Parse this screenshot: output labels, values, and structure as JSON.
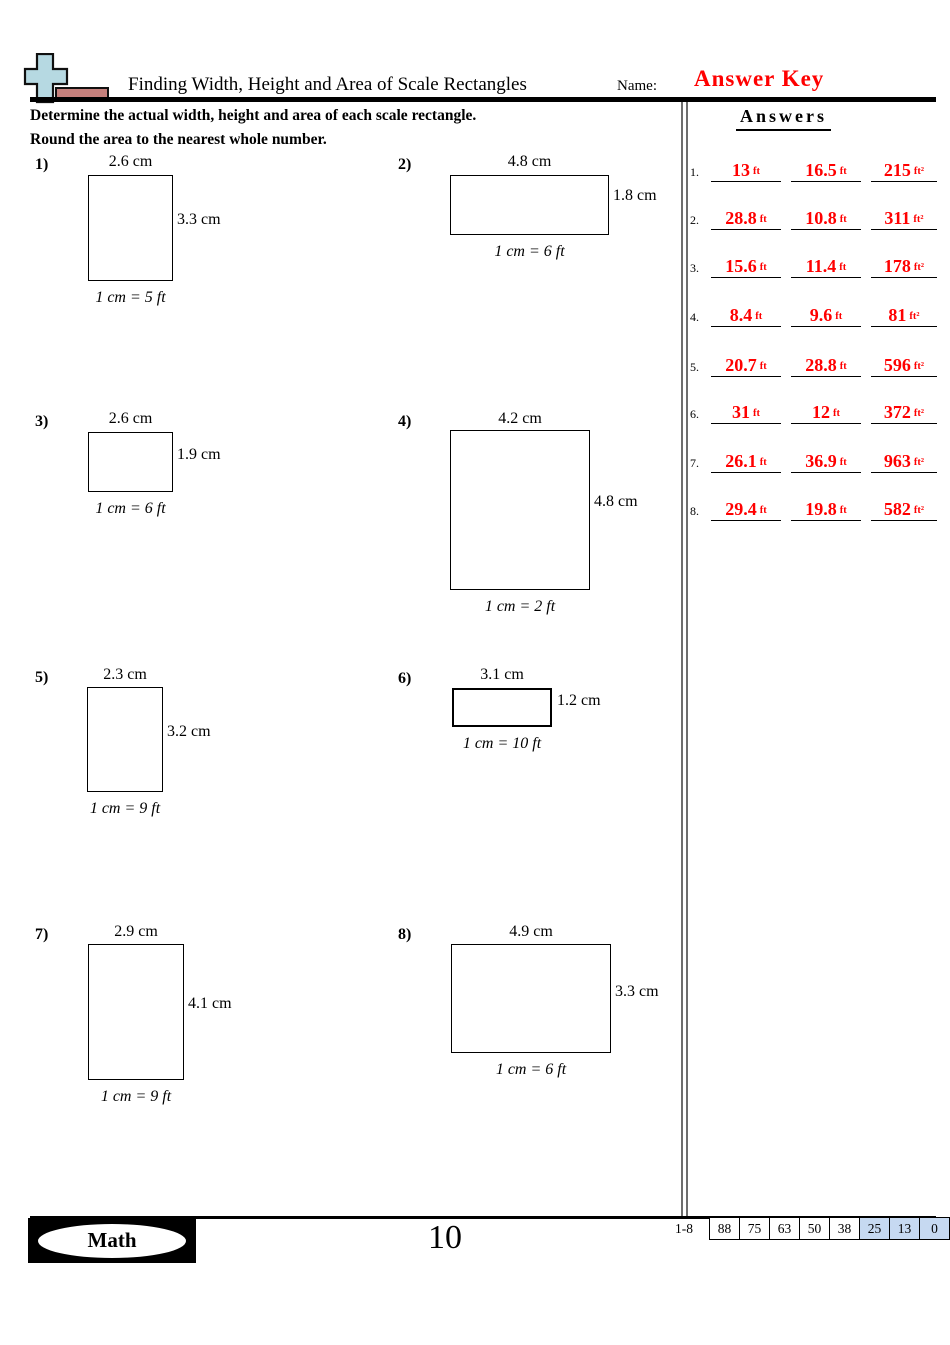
{
  "header": {
    "title": "Finding Width, Height and Area of Scale Rectangles",
    "name_label": "Name:",
    "answer_key": "Answer Key",
    "accent_red": "#ff0000"
  },
  "instructions": {
    "line1": "Determine the actual width, height and area of each scale rectangle.",
    "line2": "Round the area to the nearest whole number."
  },
  "problems": [
    {
      "num": "1)",
      "width_label": "2.6 cm",
      "height_label": "3.3 cm",
      "scale": "1 cm = 5 ft"
    },
    {
      "num": "2)",
      "width_label": "4.8 cm",
      "height_label": "1.8 cm",
      "scale": "1 cm = 6 ft"
    },
    {
      "num": "3)",
      "width_label": "2.6 cm",
      "height_label": "1.9 cm",
      "scale": "1 cm = 6 ft"
    },
    {
      "num": "4)",
      "width_label": "4.2 cm",
      "height_label": "4.8 cm",
      "scale": "1 cm = 2 ft"
    },
    {
      "num": "5)",
      "width_label": "2.3 cm",
      "height_label": "3.2 cm",
      "scale": "1 cm = 9 ft"
    },
    {
      "num": "6)",
      "width_label": "3.1 cm",
      "height_label": "1.2 cm",
      "scale": "1 cm = 10 ft"
    },
    {
      "num": "7)",
      "width_label": "2.9 cm",
      "height_label": "4.1 cm",
      "scale": "1 cm = 9 ft"
    },
    {
      "num": "8)",
      "width_label": "4.9 cm",
      "height_label": "3.3 cm",
      "scale": "1 cm = 6 ft"
    }
  ],
  "answers_panel": {
    "title": "Answers",
    "rows": [
      {
        "num": "1.",
        "width": "13",
        "width_unit": "ft",
        "height": "16.5",
        "height_unit": "ft",
        "area": "215",
        "area_unit": "ft²"
      },
      {
        "num": "2.",
        "width": "28.8",
        "width_unit": "ft",
        "height": "10.8",
        "height_unit": "ft",
        "area": "311",
        "area_unit": "ft²"
      },
      {
        "num": "3.",
        "width": "15.6",
        "width_unit": "ft",
        "height": "11.4",
        "height_unit": "ft",
        "area": "178",
        "area_unit": "ft²"
      },
      {
        "num": "4.",
        "width": "8.4",
        "width_unit": "ft",
        "height": "9.6",
        "height_unit": "ft",
        "area": "81",
        "area_unit": "ft²"
      },
      {
        "num": "5.",
        "width": "20.7",
        "width_unit": "ft",
        "height": "28.8",
        "height_unit": "ft",
        "area": "596",
        "area_unit": "ft²"
      },
      {
        "num": "6.",
        "width": "31",
        "width_unit": "ft",
        "height": "12",
        "height_unit": "ft",
        "area": "372",
        "area_unit": "ft²"
      },
      {
        "num": "7.",
        "width": "26.1",
        "width_unit": "ft",
        "height": "36.9",
        "height_unit": "ft",
        "area": "963",
        "area_unit": "ft²"
      },
      {
        "num": "8.",
        "width": "29.4",
        "width_unit": "ft",
        "height": "19.8",
        "height_unit": "ft",
        "area": "582",
        "area_unit": "ft²"
      }
    ]
  },
  "footer": {
    "logo_text": "Math",
    "page_number": "10",
    "score": {
      "label": "1-8",
      "cells": [
        "88",
        "75",
        "63",
        "50",
        "38",
        "25",
        "13",
        "0"
      ],
      "highlight_color": "#c6d9f1"
    }
  },
  "logo_colors": {
    "cross": "#b6d9e2",
    "brick": "#c5807c"
  }
}
